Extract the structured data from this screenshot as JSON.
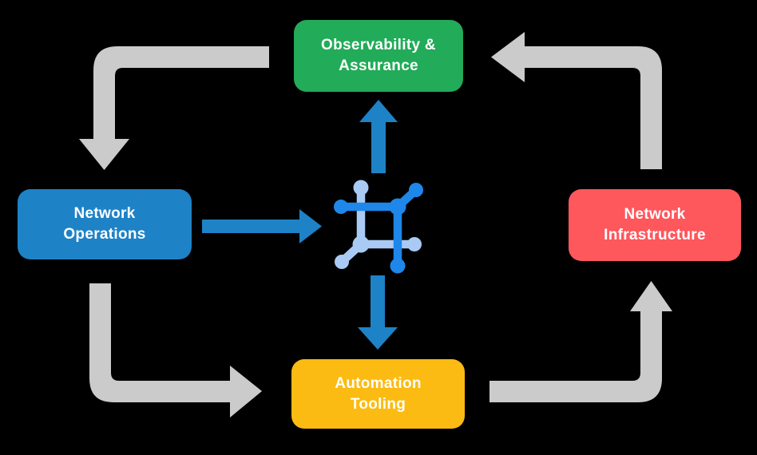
{
  "diagram": {
    "nodes": {
      "observability": {
        "line1": "Observability &",
        "line2": "Assurance",
        "color": "#22AB58"
      },
      "operations": {
        "line1": "Network",
        "line2": "Operations",
        "color": "#1E82C6"
      },
      "infrastructure": {
        "line1": "Network",
        "line2": "Infrastructure",
        "color": "#FE575C"
      },
      "tooling": {
        "line1": "Automation",
        "line2": "Tooling",
        "color": "#FBBB12"
      }
    },
    "colors": {
      "background": "#000000",
      "text": "#FFFFFF",
      "gray_arrow": "#CBCBCB",
      "blue_arrow": "#1E82C6",
      "icon_primary": "#1E87E9",
      "icon_secondary": "#A9CAF5"
    },
    "icon": {
      "name": "network-hub-icon"
    }
  }
}
